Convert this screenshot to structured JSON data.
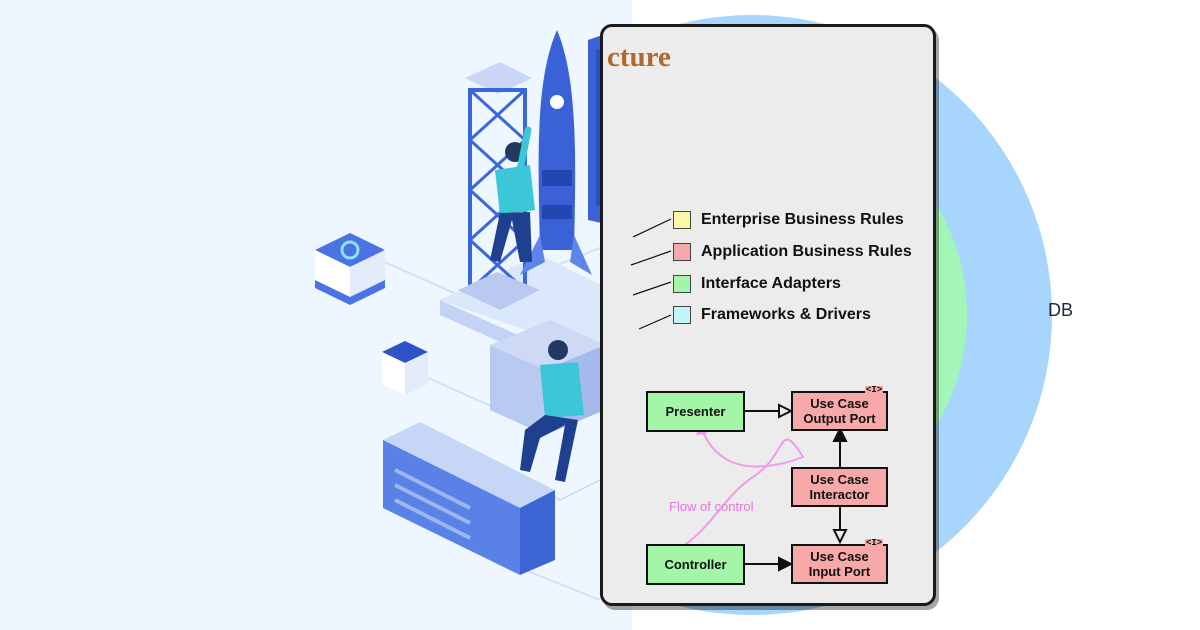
{
  "diagram": {
    "title": "cture",
    "legend": [
      {
        "label": "Enterprise Business Rules",
        "color": "#fcf6a8"
      },
      {
        "label": "Application Business Rules",
        "color": "#f7a9aa"
      },
      {
        "label": "Interface Adapters",
        "color": "#a3f5a8"
      },
      {
        "label": "Frameworks & Drivers",
        "color": "#bff5fb"
      }
    ],
    "boxes": {
      "presenter": "Presenter",
      "output_port": "Use Case\nOutput Port",
      "interactor": "Use Case\nInteractor",
      "controller": "Controller",
      "input_port": "Use Case\nInput Port"
    },
    "interface_tag": "<I>",
    "flow_label": "Flow of control"
  },
  "rings": {
    "outer_label": "DB",
    "outer_color": "#a8d5fb",
    "inner_color": "#a3f5b8"
  },
  "illustration": {
    "background": "#eef6ff",
    "icons": [
      "rocket-icon",
      "tower-icon",
      "gear-icon",
      "person-icon"
    ]
  }
}
